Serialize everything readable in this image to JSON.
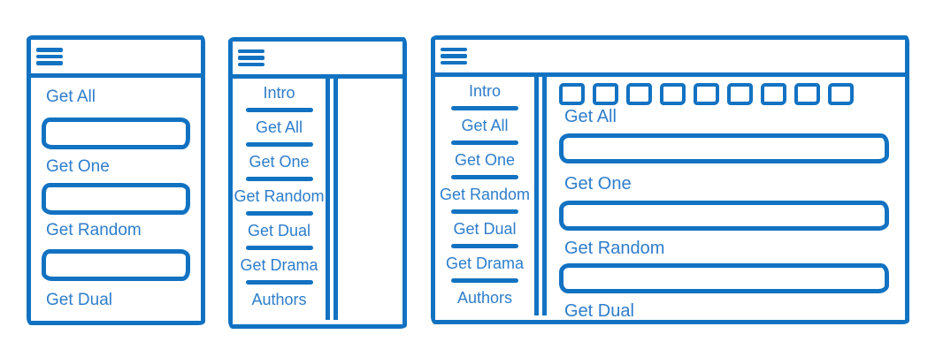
{
  "colors": {
    "ink": "#1272c2",
    "label_text": "#2e7dcb",
    "background": "#ffffff"
  },
  "icons": {
    "menu": "hamburger-icon"
  },
  "mobile_panel": {
    "field_labels": [
      "Get All",
      "Get One",
      "Get Random",
      "Get Dual"
    ]
  },
  "tablet_panel": {
    "nav_items": [
      "Intro",
      "Get All",
      "Get One",
      "Get Random",
      "Get Dual",
      "Get Drama",
      "Authors"
    ]
  },
  "desktop_panel": {
    "nav_items": [
      "Intro",
      "Get All",
      "Get One",
      "Get Random",
      "Get Dual",
      "Get Drama",
      "Authors"
    ],
    "toolbar_square_count": 9,
    "field_labels": [
      "Get All",
      "Get One",
      "Get Random",
      "Get Dual"
    ]
  }
}
